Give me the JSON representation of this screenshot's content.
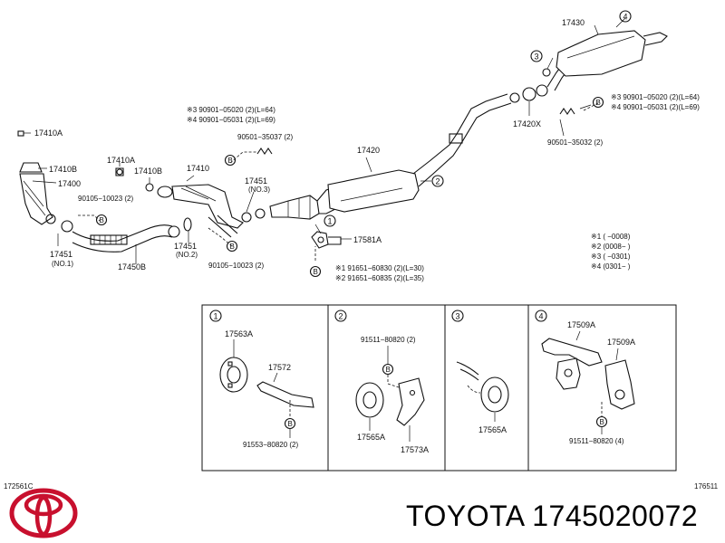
{
  "labels": {
    "p17410a_top": "17410A",
    "p17410b_left": "17410B",
    "p17400": "17400",
    "p17410a_mid": "17410A",
    "p17410b_mid": "17410B",
    "p17410": "17410",
    "p90105_left": "90105−10023 (2)",
    "p17451_no1": "17451",
    "no1": "(NO.1)",
    "p17450b": "17450B",
    "p17451_no2": "17451",
    "no2": "(NO.2)",
    "p90105_bottom": "90105−10023 (2)",
    "p17451_no3": "17451",
    "no3": "(NO.3)",
    "p90901_s3_left": "※3  90901−05020 (2)(L=64)",
    "p90901_s4_left": "※4  90901−05031 (2)(L=69)",
    "p90501_left": "90501−35037 (2)",
    "p17420": "17420",
    "p17581a": "17581A",
    "p91651_s1": "※1  91651−60830 (2)(L=30)",
    "p91651_s2": "※2  91651−60835 (2)(L=35)",
    "p17430": "17430",
    "p17420x": "17420X",
    "p90901_s3_right": "※3  90901−05020 (2)(L=64)",
    "p90901_s4_right": "※4  90901−05031 (2)(L=69)",
    "p90501_right": "90501−35032 (2)",
    "marker_b": "B",
    "c1": "1",
    "c2": "2",
    "c3": "3",
    "c4": "4"
  },
  "legend": [
    "※1 (      −0008)",
    "※2 (0008−      )",
    "※3 (      −0301)",
    "※4 (0301−      )"
  ],
  "panels": {
    "p1_num": "1",
    "p1_17563a": "17563A",
    "p1_17572": "17572",
    "p1_91553": "91553−80820 (2)",
    "p2_num": "2",
    "p2_91511": "91511−80820 (2)",
    "p2_17565a": "17565A",
    "p2_17573a": "17573A",
    "p3_num": "3",
    "p3_17565a": "17565A",
    "p4_num": "4",
    "p4_17509a_a": "17509A",
    "p4_17509a_b": "17509A",
    "p4_91511": "91511−80820 (4)"
  },
  "footer": {
    "left_code": "172561C",
    "right_code": "176511"
  },
  "brand": {
    "name": "TOYOTA 1745020072"
  }
}
